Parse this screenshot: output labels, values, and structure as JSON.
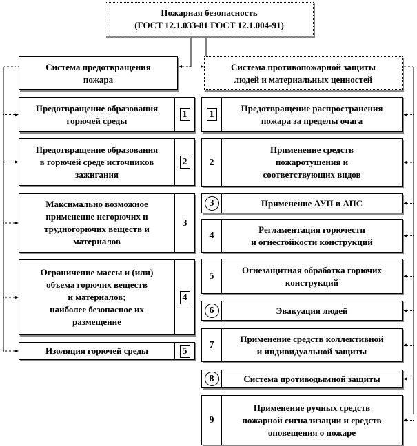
{
  "title": {
    "line1": "Пожарная безопасность",
    "line2": "(ГОСТ 12.1.033-81 ГОСТ 12.1.004-91)"
  },
  "left": {
    "header": "Система предотвращения\nпожара",
    "items": [
      {
        "text": "Предотвращение образования\nгорючей среды",
        "num": "1",
        "style": "boxed"
      },
      {
        "text": "Предотвращение образования\nв горючей среде источников\nзажигания",
        "num": "2",
        "style": "boxed"
      },
      {
        "text": "Максимально возможное\nприменение негорючих и\nтрудногорючих веществ и\nматериалов",
        "num": "3",
        "style": "plain"
      },
      {
        "text": "Ограничение массы и (или)\nобъема горючих веществ\nи материалов;\nнаиболее безопасное их\nразмещение",
        "num": "4",
        "style": "boxed"
      },
      {
        "text": "Изоляция горючей среды",
        "num": "5",
        "style": "boxed"
      }
    ]
  },
  "right": {
    "header": "Система противопожарной защиты\nлюдей и материальных ценностей",
    "items": [
      {
        "text": "Предотвращение распространения\nпожара за пределы очага",
        "num": "1",
        "style": "boxed"
      },
      {
        "text": "Применение средств\nпожаротушения и\nсоответствующих видов",
        "num": "2",
        "style": "plain"
      },
      {
        "text": "Применение АУП и АПС",
        "num": "3",
        "style": "circle"
      },
      {
        "text": "Регламентация горючести\nи огнестойкости конструкций",
        "num": "4",
        "style": "plain"
      },
      {
        "text": "Огнезащитная обработка горючих\nконструкций",
        "num": "5",
        "style": "plain"
      },
      {
        "text": "Эвакуация людей",
        "num": "6",
        "style": "circle"
      },
      {
        "text": "Применение средств коллективной\nи индивидуальной защиты",
        "num": "7",
        "style": "plain"
      },
      {
        "text": "Система противодымной защиты",
        "num": "8",
        "style": "circle"
      },
      {
        "text": "Применение ручных средств\nпожарной сигнализации и средств\nоповещения о пожаре",
        "num": "9",
        "style": "plain"
      }
    ]
  }
}
